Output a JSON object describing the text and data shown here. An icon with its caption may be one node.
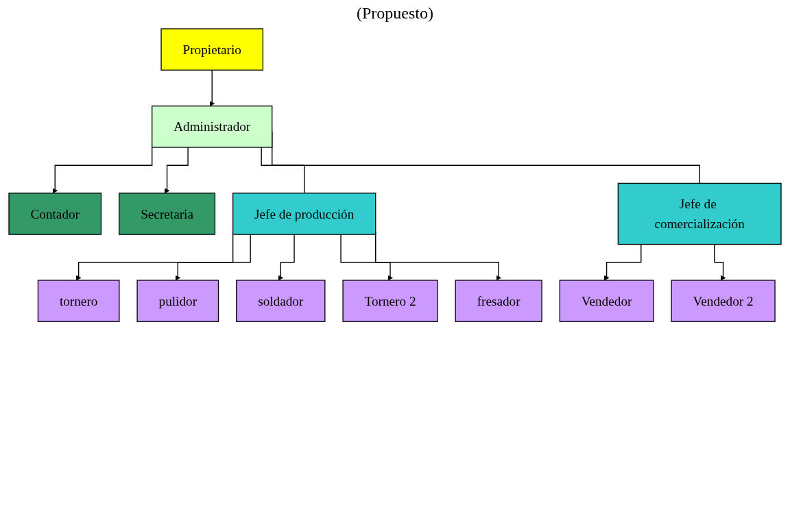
{
  "diagram": {
    "title": "(Propuesto)",
    "nodes": [
      {
        "text": [
          "Propietario"
        ]
      },
      {
        "text": [
          "Administrador"
        ]
      },
      {
        "text": [
          "Contador"
        ]
      },
      {
        "text": [
          "Secretaria"
        ]
      },
      {
        "text": [
          "Jefe de producción"
        ]
      },
      {
        "text": [
          "Jefe de comercialización"
        ]
      },
      {
        "text": [
          "tornero"
        ]
      },
      {
        "text": [
          "soldador"
        ]
      },
      {
        "text": [
          "fresador"
        ]
      },
      {
        "text": [
          "pulidor"
        ]
      },
      {
        "text": [
          "Tornero 2"
        ]
      },
      {
        "text": [
          "Vendedor"
        ]
      },
      {
        "text": [
          "Vendedor 2"
        ]
      }
    ],
    "edges": [
      {
        "from": 0,
        "to": 1,
        "arrow": "to"
      },
      {
        "from": 1,
        "to": 2,
        "arrow": "to"
      },
      {
        "from": 1,
        "to": 3,
        "arrow": "to"
      },
      {
        "from": 1,
        "to": 4,
        "arrow": "none"
      },
      {
        "from": 1,
        "to": 5,
        "arrow": "none"
      },
      {
        "from": 4,
        "to": 6,
        "arrow": "to"
      },
      {
        "from": 4,
        "to": 9,
        "arrow": "to"
      },
      {
        "from": 4,
        "to": 7,
        "arrow": "to"
      },
      {
        "from": 4,
        "to": 10,
        "arrow": "to"
      },
      {
        "from": 4,
        "to": 8,
        "arrow": "to"
      },
      {
        "from": 5,
        "to": 11,
        "arrow": "to"
      },
      {
        "from": 5,
        "to": 12,
        "arrow": "to"
      }
    ]
  }
}
